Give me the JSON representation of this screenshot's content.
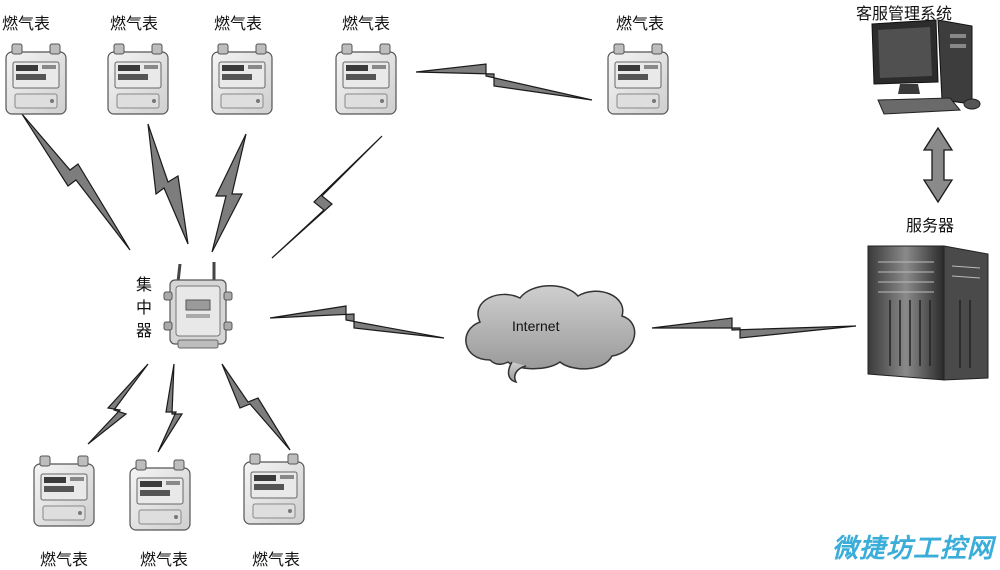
{
  "nodes": {
    "meter_top_1": "燃气表",
    "meter_top_2": "燃气表",
    "meter_top_3": "燃气表",
    "meter_top_4": "燃气表",
    "meter_top_5": "燃气表",
    "meter_bottom_1": "燃气表",
    "meter_bottom_2": "燃气表",
    "meter_bottom_3": "燃气表",
    "concentrator": [
      "集",
      "中",
      "器"
    ],
    "internet": "Internet",
    "server": "服务器",
    "client_system": "客服管理系统"
  },
  "watermark": "微捷坊工控网",
  "colors": {
    "bolt_fill": "#7d7d7d",
    "bolt_stroke": "#1a1a1a",
    "watermark": "#2aa7d6"
  }
}
